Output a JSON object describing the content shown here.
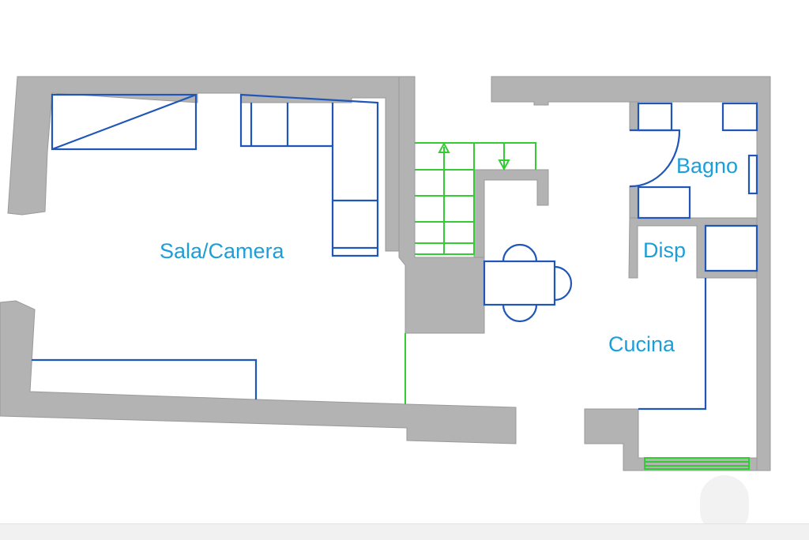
{
  "floorplan": {
    "rooms": {
      "living": "Sala/Camera",
      "bath": "Bagno",
      "pantry": "Disp",
      "kitchen": "Cucina"
    },
    "colors": {
      "wall": "#b3b3b3",
      "furniture": "#1f56b8",
      "stairs": "#33cc33",
      "label": "#1a9fd9"
    },
    "icons": {
      "stair_up": "arrow-up-icon",
      "stair_down": "arrow-down-icon"
    }
  }
}
